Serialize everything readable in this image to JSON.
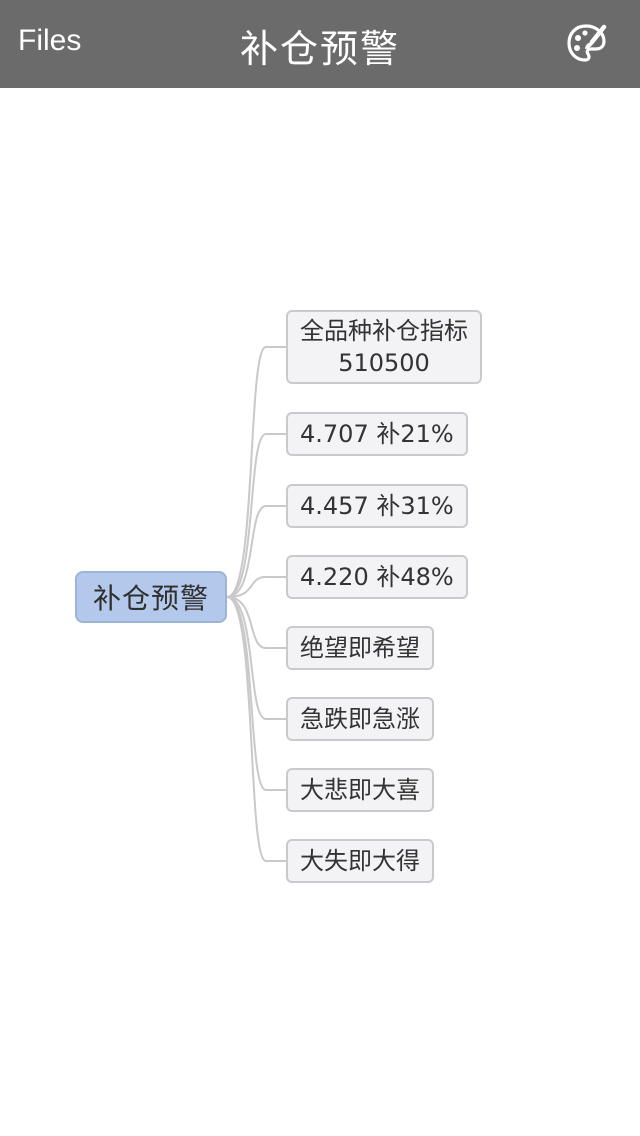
{
  "navbar": {
    "back_label": "Files",
    "title": "补仓预警",
    "icon": "palette-brush-icon",
    "background_color": "#6b6b6b"
  },
  "mindmap": {
    "root": {
      "label": "补仓预警",
      "color": "#b3c8ea"
    },
    "children": [
      {
        "line1": "全品种补仓指标",
        "line2": "510500"
      },
      {
        "line1": "4.707 补21%"
      },
      {
        "line1": "4.457 补31%"
      },
      {
        "line1": "4.220 补48%"
      },
      {
        "line1": "绝望即希望"
      },
      {
        "line1": "急跌即急涨"
      },
      {
        "line1": "大悲即大喜"
      },
      {
        "line1": "大失即大得"
      }
    ],
    "connector_color": "#c9c9c9"
  }
}
